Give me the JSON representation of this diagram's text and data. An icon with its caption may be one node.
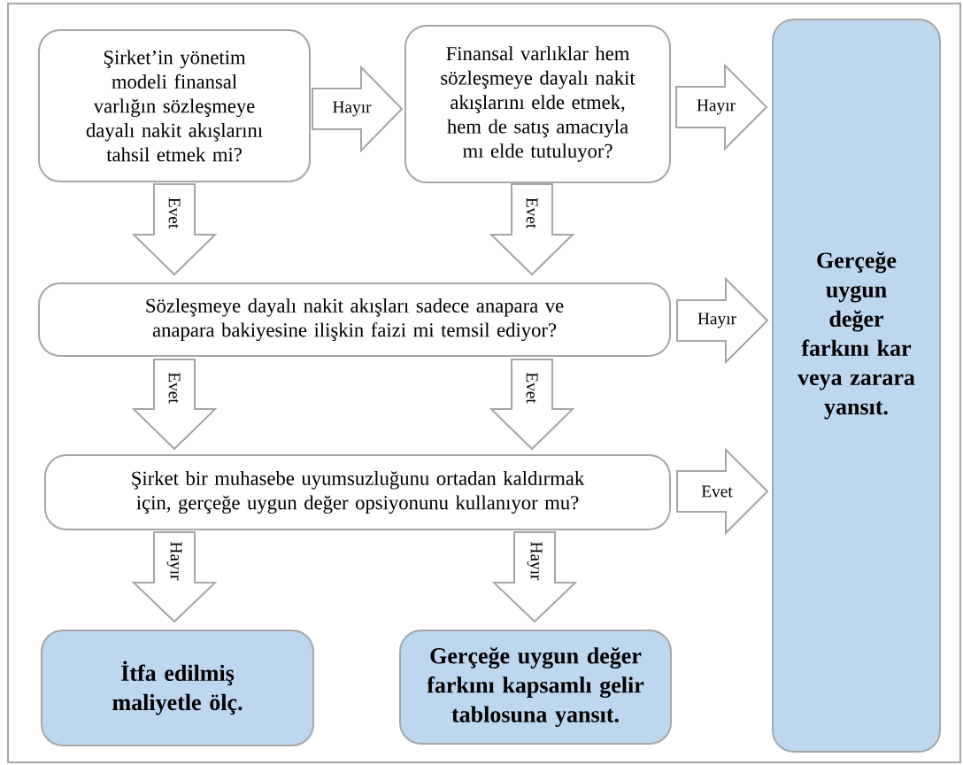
{
  "diagram": {
    "nodes": [
      {
        "text": [
          "Şirket’in yönetim modeli finansal varlığın sözleşmeye dayalı nakit akışlarını tahsil etmek mi?"
        ]
      },
      {
        "text": [
          "Finansal varlıklar hem sözleşmeye dayalı nakit akışlarını elde etmek, hem de satış amacıyla mı elde tutuluyor?"
        ]
      },
      {
        "text": [
          "Gerçeğe uygun değer farkını kar veya zarara yansıt."
        ]
      },
      {
        "text": [
          "Sözleşmeye dayalı nakit akışları sadece anapara ve anapara bakiyesine ilişkin faizi mi temsil ediyor?"
        ]
      },
      {
        "text": [
          "Şirket bir muhasebe uyumsuzluğunu ortadan kaldırmak için, gerçeğe uygun değer opsiyonunu kullanıyor mu?"
        ]
      },
      {
        "text": [
          "İtfa edilmiş maliyetle ölç."
        ]
      },
      {
        "text": [
          "Gerçeğe uygun değer farkını kapsamlı gelir tablosuna yansıt."
        ]
      }
    ],
    "edges": [
      {
        "from": 0,
        "to": 1,
        "arrow": "to",
        "label": "Hayır"
      },
      {
        "from": 1,
        "to": 2,
        "arrow": "to",
        "label": "Hayır"
      },
      {
        "from": 0,
        "to": 3,
        "arrow": "to",
        "label": "Evet"
      },
      {
        "from": 1,
        "to": 3,
        "arrow": "to",
        "label": "Evet"
      },
      {
        "from": 3,
        "to": 2,
        "arrow": "to",
        "label": "Hayır"
      },
      {
        "from": 3,
        "to": 4,
        "arrow": "to",
        "label": "Evet"
      },
      {
        "from": 3,
        "to": 4,
        "arrow": "to",
        "label": "Evet"
      },
      {
        "from": 4,
        "to": 2,
        "arrow": "to",
        "label": "Evet"
      },
      {
        "from": 4,
        "to": 5,
        "arrow": "to",
        "label": "Hayır"
      },
      {
        "from": 4,
        "to": 6,
        "arrow": "to",
        "label": "Hayır"
      }
    ]
  }
}
